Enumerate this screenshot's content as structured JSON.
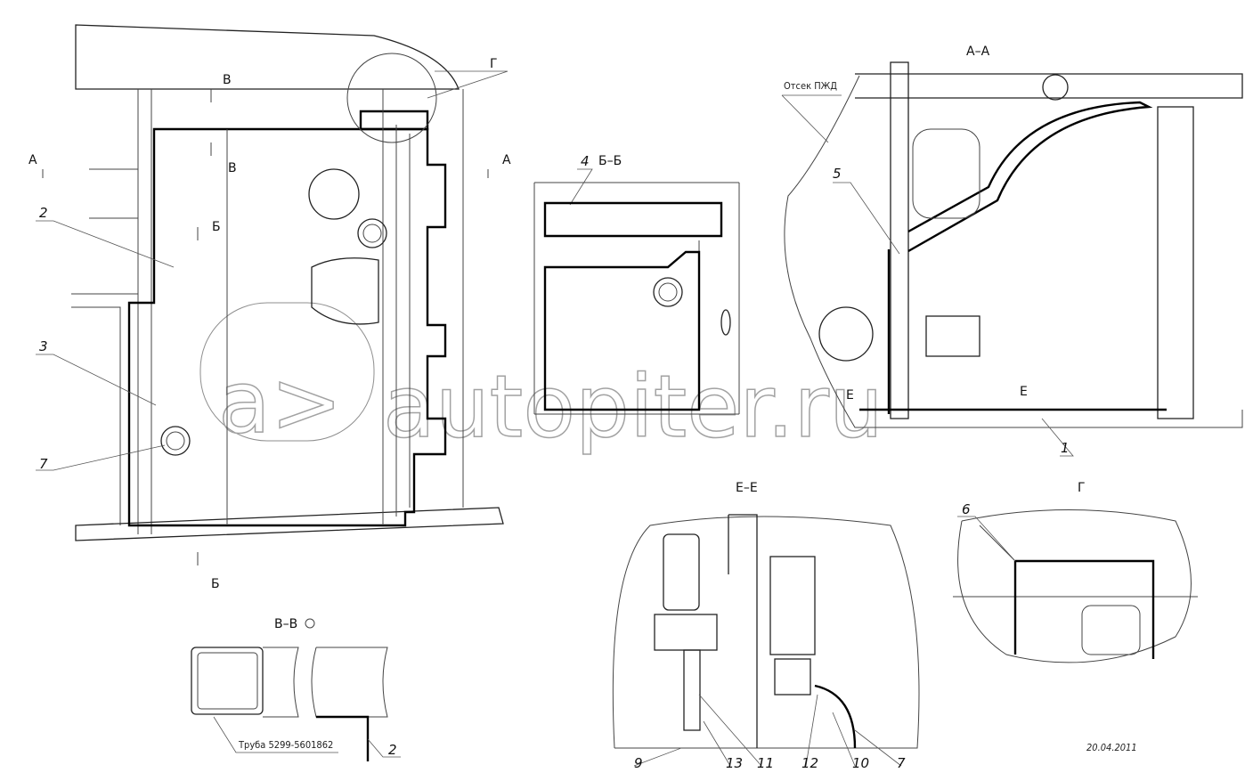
{
  "main_view": {
    "section_B_top": "В",
    "section_B_mid": "В",
    "detail_G": "Г",
    "section_A_left": "А",
    "section_A_right": "А",
    "section_Bb_top": "Б",
    "section_Bb_bottom": "Б",
    "callout_2": "2",
    "callout_3": "3",
    "callout_7": "7"
  },
  "view_BB": {
    "title": "Б–Б",
    "callout_4": "4"
  },
  "view_AA": {
    "title": "А–А",
    "compartment_label": "Отсек ПЖД",
    "callout_5": "5",
    "callout_1": "1",
    "section_E_left": "Е",
    "section_E_right": "Е"
  },
  "view_EE": {
    "title": "Е–Е",
    "callouts": [
      "9",
      "13",
      "11",
      "12",
      "10",
      "7"
    ]
  },
  "view_G": {
    "title": "Г",
    "callout_6": "6"
  },
  "view_VV": {
    "title": "В–В",
    "pipe_label": "Труба 5299-5601862",
    "callout_2": "2"
  },
  "date": "20.04.2011",
  "watermark": "autopiter.ru"
}
